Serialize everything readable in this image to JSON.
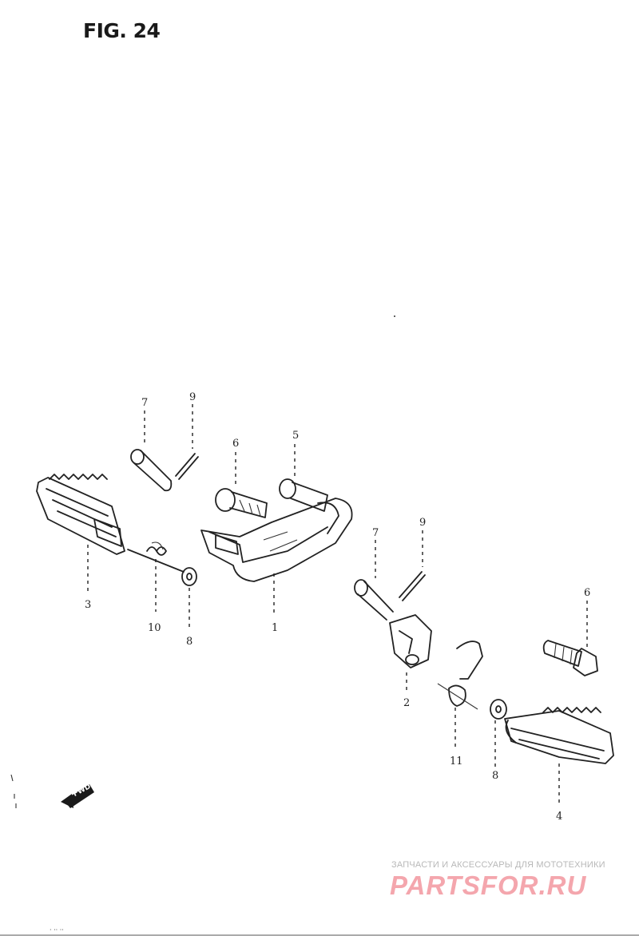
{
  "title": "FIG. 24",
  "fwd_label": "FWD",
  "callouts": {
    "c7_left": "7",
    "c9_left": "9",
    "c6_top": "6",
    "c5": "5",
    "c3": "3",
    "c10": "10",
    "c8_left": "8",
    "c1": "1",
    "c7_right": "7",
    "c9_right": "9",
    "c6_right": "6",
    "c2": "2",
    "c11": "11",
    "c8_right": "8",
    "c4": "4"
  },
  "watermark": {
    "tagline": "ЗАПЧАСТИ И АКСЕССУАРЫ ДЛЯ МОТОТЕХНИКИ",
    "logo": "PARTSFOR.RU",
    "logo_color": "#f4a6ad"
  },
  "footer_marks": "· ·· ··"
}
